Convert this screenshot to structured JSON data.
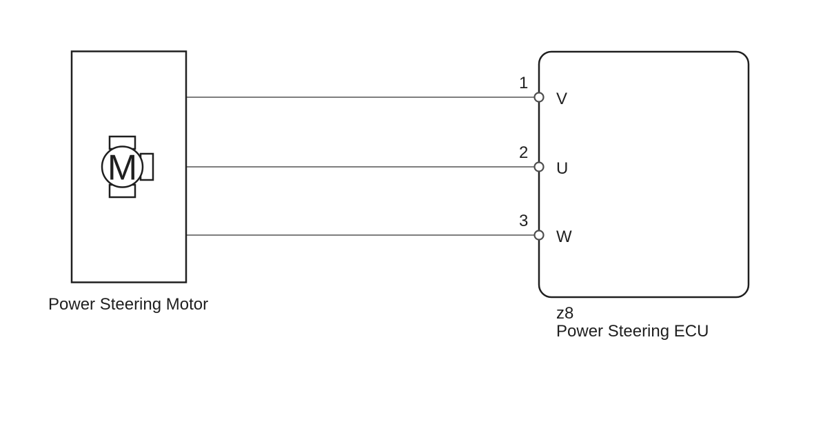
{
  "diagram": {
    "components": {
      "motor": {
        "label": "Power Steering Motor",
        "symbol_letter": "M"
      },
      "ecu": {
        "connector_code": "z8",
        "label": "Power Steering ECU"
      }
    },
    "pins": [
      {
        "number": "1",
        "terminal": "V"
      },
      {
        "number": "2",
        "terminal": "U"
      },
      {
        "number": "3",
        "terminal": "W"
      }
    ],
    "colors": {
      "outline": "#1f1f1f",
      "wire": "#7d7d7d",
      "pin_circle_stroke": "#4d4d4d",
      "background": "#ffffff"
    }
  }
}
